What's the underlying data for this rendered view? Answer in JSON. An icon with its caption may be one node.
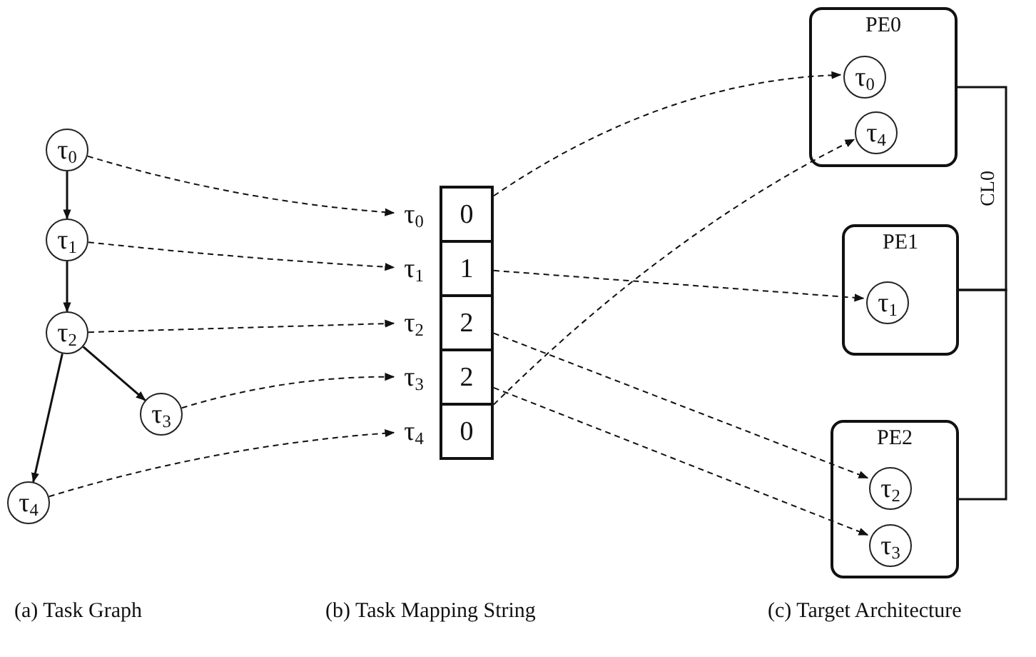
{
  "diagram": {
    "nodes": [
      {
        "text": [
          "τ$_{0}$"
        ]
      },
      {
        "text": [
          "τ$_{1}$"
        ]
      },
      {
        "text": [
          "τ$_{2}$"
        ]
      },
      {
        "text": [
          "τ$_{3}$"
        ]
      },
      {
        "text": [
          "τ$_{4}$"
        ]
      },
      {
        "text": [
          "τ$_{0}$"
        ]
      },
      {
        "text": [
          "τ$_{1}$"
        ]
      },
      {
        "text": [
          "τ$_{2}$"
        ]
      },
      {
        "text": [
          "τ$_{3}$"
        ]
      },
      {
        "text": [
          "τ$_{4}$"
        ]
      },
      {
        "text": [
          "0"
        ]
      },
      {
        "text": [
          "1"
        ]
      },
      {
        "text": [
          "2"
        ]
      },
      {
        "text": [
          "2"
        ]
      },
      {
        "text": [
          "0"
        ]
      },
      {
        "text": [
          "PE0"
        ]
      },
      {
        "text": [
          "τ$_{0}$"
        ],
        "in": 15
      },
      {
        "text": [
          "τ$_{4}$"
        ],
        "in": 15
      },
      {
        "text": [
          "PE1"
        ]
      },
      {
        "text": [
          "τ$_{1}$"
        ],
        "in": 18
      },
      {
        "text": [
          "PE2"
        ]
      },
      {
        "text": [
          "τ$_{2}$"
        ],
        "in": 20
      },
      {
        "text": [
          "τ$_{3}$"
        ],
        "in": 20
      }
    ],
    "edges": [
      {
        "from": 0,
        "to": 1,
        "arrow": "to"
      },
      {
        "from": 1,
        "to": 2,
        "arrow": "to"
      },
      {
        "from": 2,
        "to": 3,
        "arrow": "to"
      },
      {
        "from": 2,
        "to": 4,
        "arrow": "to"
      },
      {
        "from": 0,
        "to": 5,
        "arrow": "to",
        "style": "dashed"
      },
      {
        "from": 1,
        "to": 6,
        "arrow": "to",
        "style": "dashed"
      },
      {
        "from": 2,
        "to": 7,
        "arrow": "to",
        "style": "dashed"
      },
      {
        "from": 3,
        "to": 8,
        "arrow": "to",
        "style": "dashed"
      },
      {
        "from": 4,
        "to": 9,
        "arrow": "to",
        "style": "dashed"
      },
      {
        "from": 10,
        "to": 16,
        "arrow": "to",
        "style": "dashed"
      },
      {
        "from": 11,
        "to": 19,
        "arrow": "to",
        "style": "dashed"
      },
      {
        "from": 12,
        "to": 21,
        "arrow": "to",
        "style": "dashed"
      },
      {
        "from": 13,
        "to": 22,
        "arrow": "to",
        "style": "dashed"
      },
      {
        "from": 14,
        "to": 17,
        "arrow": "to",
        "style": "dashed"
      },
      {
        "from": 15,
        "to": 18,
        "arrow": "none",
        "label": "CL0"
      },
      {
        "from": 18,
        "to": 20,
        "arrow": "none"
      }
    ],
    "labels": [
      "(a) Task Graph",
      "(b) Task Mapping String",
      "(c) Target Architecture"
    ]
  }
}
